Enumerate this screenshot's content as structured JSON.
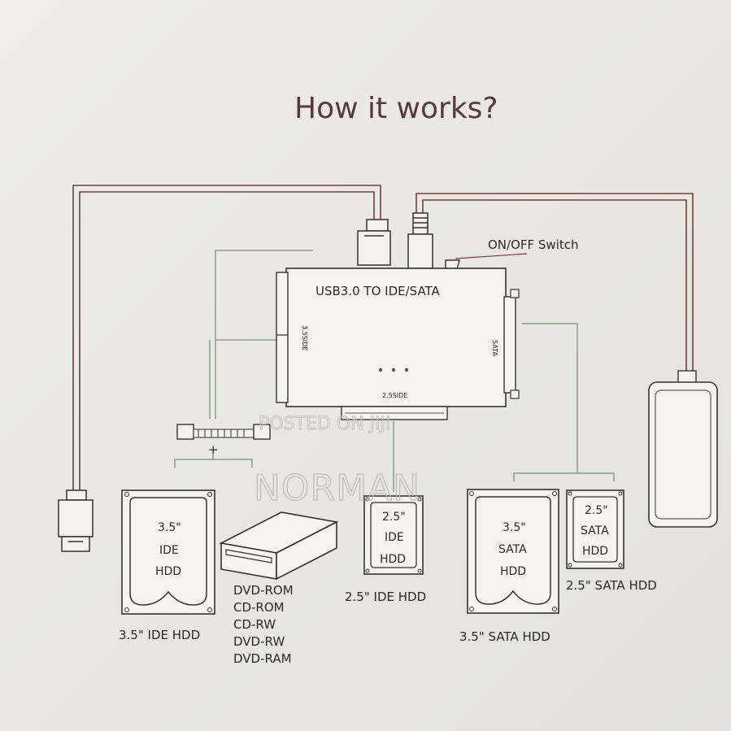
{
  "title": "How it works?",
  "adapter": {
    "label": "USB3.0 TO IDE/SATA",
    "side_left": "3.5SIDE",
    "side_bottom": "2.5SIDE",
    "side_right": "SATA",
    "switch_label": "ON/OFF Switch"
  },
  "power": {
    "polarity": "+"
  },
  "devices": {
    "ide35": {
      "line1": "3.5\"",
      "line2": "IDE",
      "line3": "HDD",
      "caption": "3.5\"  IDE HDD"
    },
    "optical": {
      "captions": [
        "DVD-ROM",
        "CD-ROM",
        "CD-RW",
        "DVD-RW",
        "DVD-RAM"
      ]
    },
    "ide25": {
      "line1": "2.5\"",
      "line2": "IDE",
      "line3": "HDD",
      "caption": "2.5\"  IDE HDD"
    },
    "sata35": {
      "line1": "3.5\"",
      "line2": "SATA",
      "line3": "HDD",
      "caption": "3.5\"  SATA HDD"
    },
    "sata25": {
      "line1": "2.5\"",
      "line2": "SATA",
      "line3": "HDD",
      "caption": "2.5\"  SATA HDD"
    }
  },
  "watermark": {
    "line1": "POSTED ON JIJI",
    "line2": "NORMAN"
  }
}
